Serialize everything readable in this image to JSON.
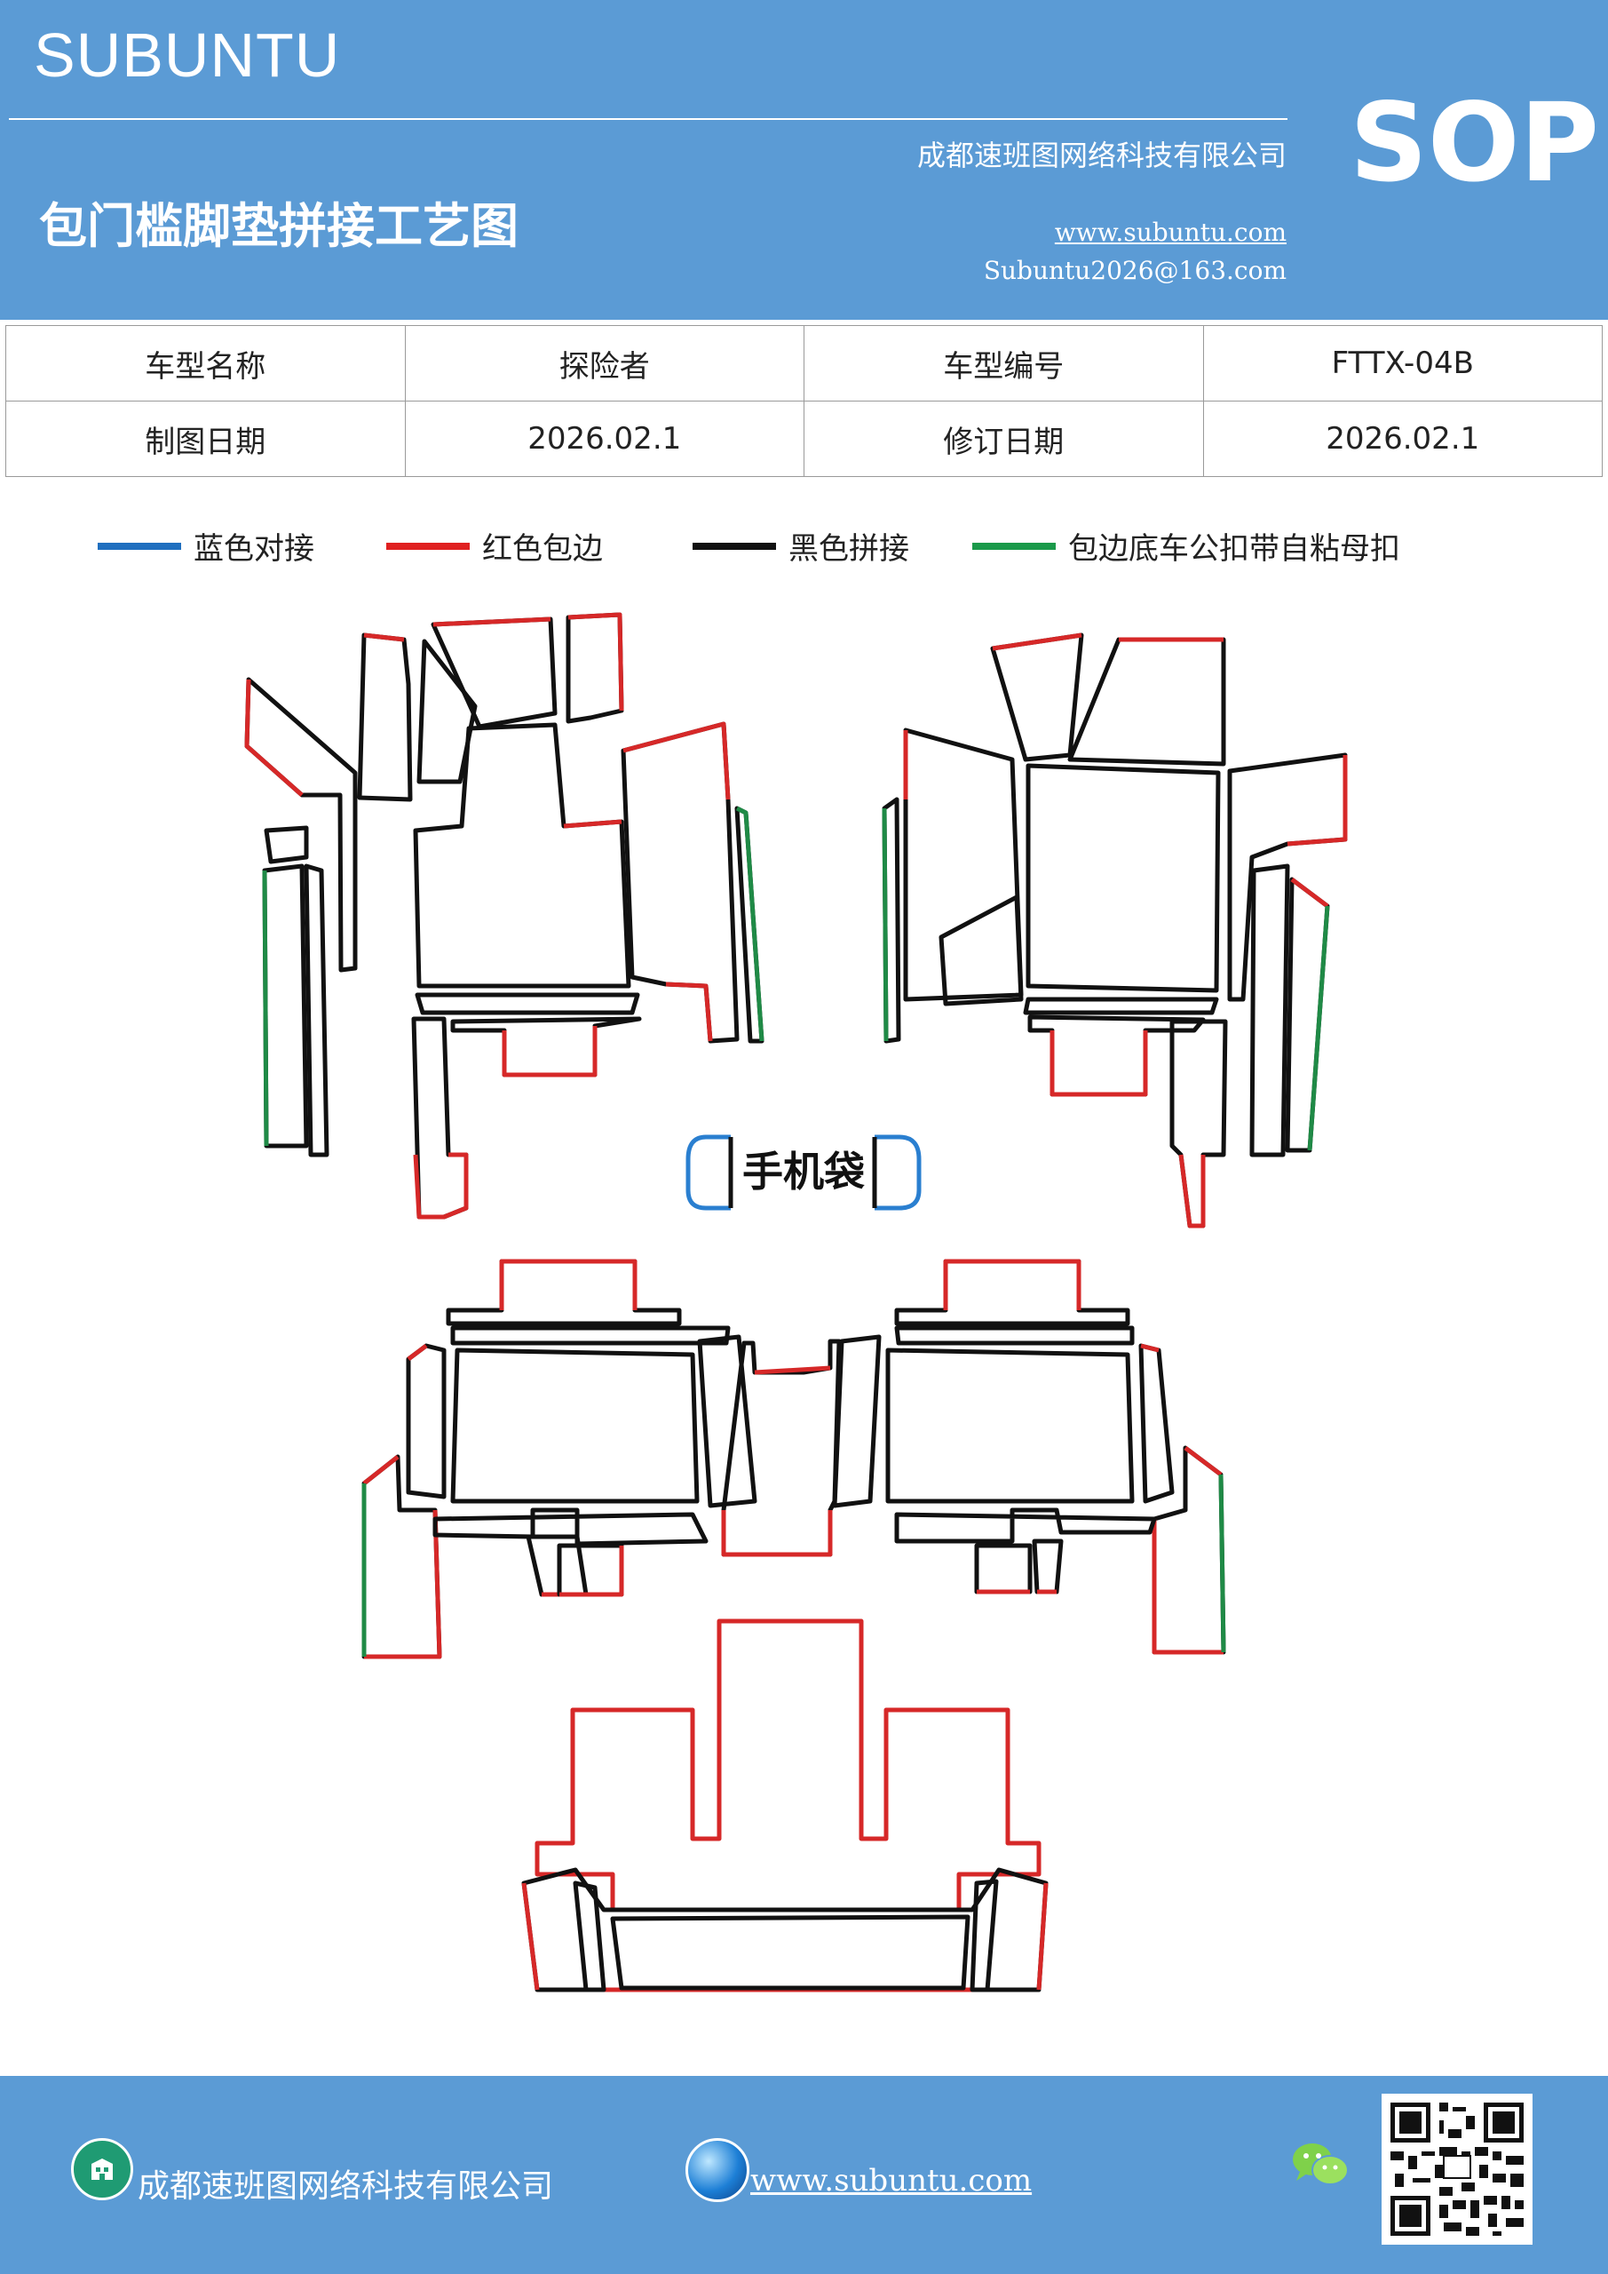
{
  "header": {
    "brand": "SUBUNTU",
    "badge": "SOP",
    "company": "成都速班图网络科技有限公司",
    "title": "包门槛脚垫拼接工艺图",
    "website": "www.subuntu.com",
    "email": "Subuntu2026@163.com"
  },
  "info_table": {
    "rows": [
      [
        "车型名称",
        "探险者",
        "车型编号",
        "FTTX-04B"
      ],
      [
        "制图日期",
        "2026.02.1",
        "修订日期",
        "2026.02.1"
      ]
    ]
  },
  "legend": [
    {
      "label": "蓝色对接",
      "color": "#1f6fbf"
    },
    {
      "label": "红色包边",
      "color": "#e02020"
    },
    {
      "label": "黑色拼接",
      "color": "#111111"
    },
    {
      "label": "包边底车公扣带自粘母扣",
      "color": "#1a9a4a"
    }
  ],
  "drawing": {
    "phone_pocket_label": "手机袋",
    "colors": {
      "black": "#111111",
      "red": "#d62828",
      "green": "#1f8a46",
      "blue": "#2a7fd0"
    }
  },
  "footer": {
    "company": "成都速班图网络科技有限公司",
    "website": "www.subuntu.com"
  }
}
